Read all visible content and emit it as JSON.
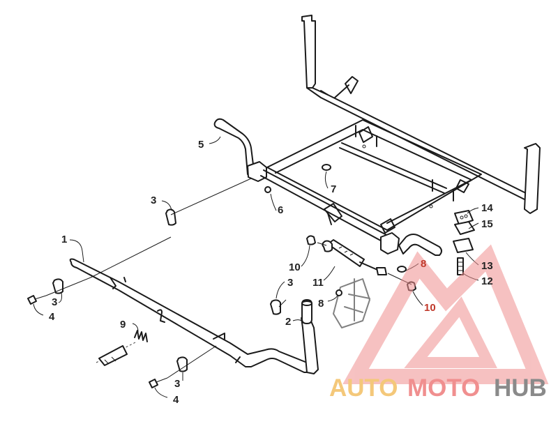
{
  "diagram": {
    "callouts": [
      {
        "id": "c1",
        "text": "1"
      },
      {
        "id": "c2",
        "text": "2"
      },
      {
        "id": "c3a",
        "text": "3"
      },
      {
        "id": "c3b",
        "text": "3"
      },
      {
        "id": "c3c",
        "text": "3"
      },
      {
        "id": "c3d",
        "text": "3"
      },
      {
        "id": "c4a",
        "text": "4"
      },
      {
        "id": "c4b",
        "text": "4"
      },
      {
        "id": "c5",
        "text": "5"
      },
      {
        "id": "c6",
        "text": "6"
      },
      {
        "id": "c7",
        "text": "7"
      },
      {
        "id": "c8a",
        "text": "8"
      },
      {
        "id": "c8b",
        "text": "8"
      },
      {
        "id": "c9",
        "text": "9"
      },
      {
        "id": "c10a",
        "text": "10"
      },
      {
        "id": "c10b",
        "text": "10"
      },
      {
        "id": "c11",
        "text": "11"
      },
      {
        "id": "c12",
        "text": "12"
      },
      {
        "id": "c13",
        "text": "13"
      },
      {
        "id": "c14",
        "text": "14"
      },
      {
        "id": "c15",
        "text": "15"
      }
    ]
  },
  "watermark": {
    "part1": "AUTO",
    "part2": "MOTO",
    "part3": "HUB",
    "colors": {
      "auto": "#f4c87a",
      "moto": "#f08f8f",
      "hub": "#8a8a8a",
      "triangle": "#f08f8f"
    }
  }
}
